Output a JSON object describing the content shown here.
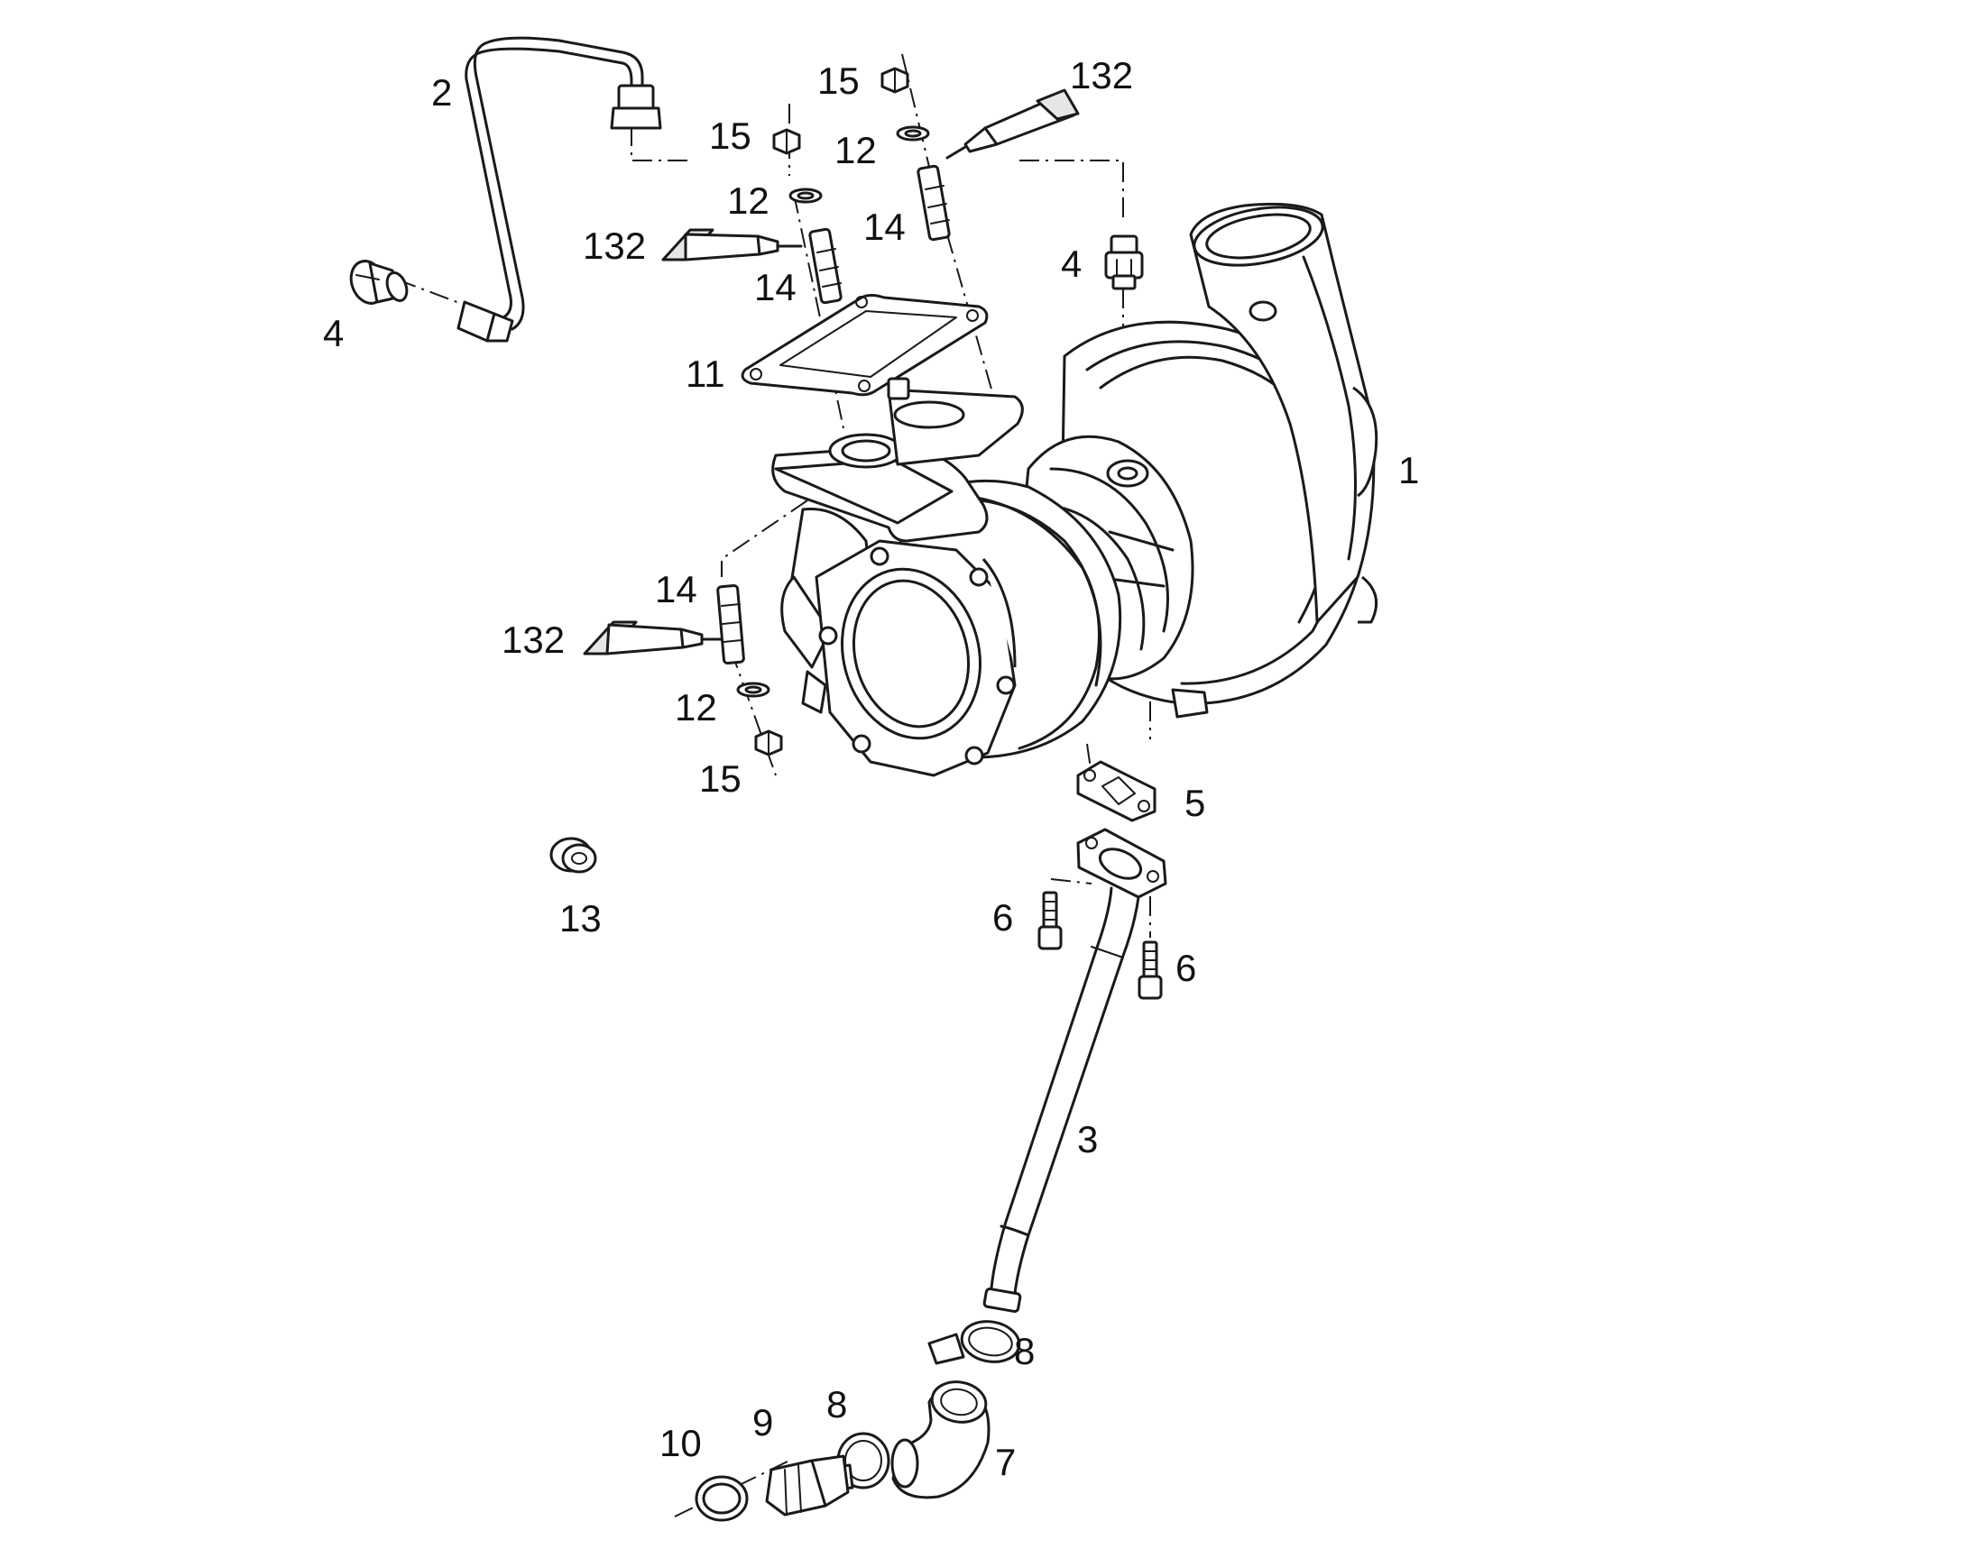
{
  "diagram": {
    "callouts": {
      "c1": "1",
      "c2": "2",
      "c3": "3",
      "c4a": "4",
      "c4b": "4",
      "c5": "5",
      "c6a": "6",
      "c6b": "6",
      "c7": "7",
      "c8a": "8",
      "c8b": "8",
      "c9": "9",
      "c10": "10",
      "c11": "11",
      "c12a": "12",
      "c12b": "12",
      "c12c": "12",
      "c13": "13",
      "c14a": "14",
      "c14b": "14",
      "c14c": "14",
      "c15a": "15",
      "c15b": "15",
      "c15c": "15",
      "c132a": "132",
      "c132b": "132",
      "c132c": "132"
    },
    "colors": {
      "line": "#1a1a1a",
      "background": "#ffffff",
      "shade": "#e6e6e6"
    }
  }
}
